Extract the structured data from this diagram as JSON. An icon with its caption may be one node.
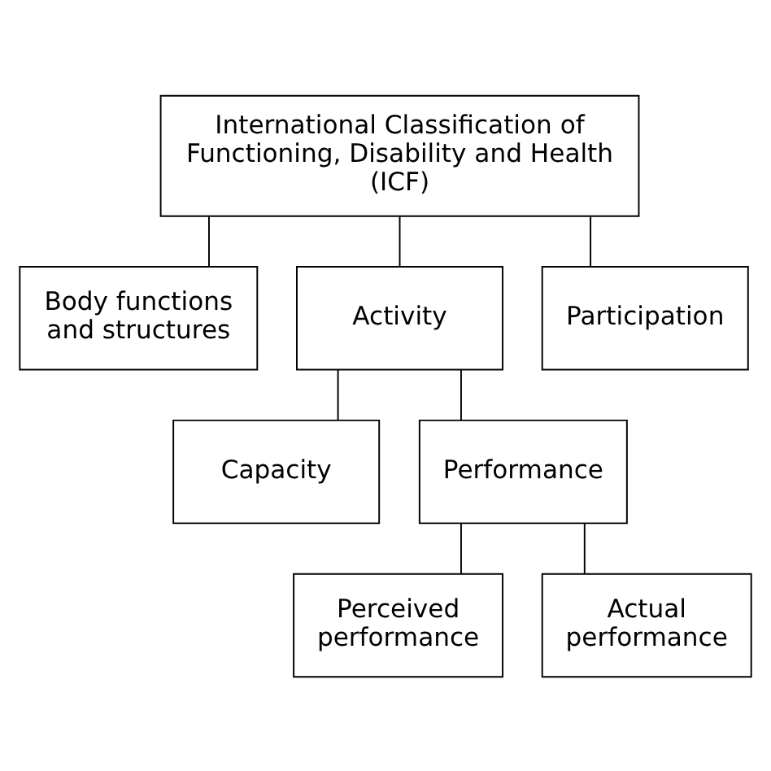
{
  "diagram": {
    "nodes": [
      {
        "text": [
          "International Classification of Functioning, Disability and Health (ICF)"
        ]
      },
      {
        "text": [
          "Body functions and structures"
        ]
      },
      {
        "text": [
          "Activity"
        ]
      },
      {
        "text": [
          "Participation"
        ]
      },
      {
        "text": [
          "Capacity"
        ]
      },
      {
        "text": [
          "Performance"
        ]
      },
      {
        "text": [
          "Perceived performance"
        ]
      },
      {
        "text": [
          "Actual performance"
        ]
      }
    ],
    "edges": [
      {
        "from": 0,
        "to": 1,
        "arrow": "none"
      },
      {
        "from": 0,
        "to": 2,
        "arrow": "none"
      },
      {
        "from": 0,
        "to": 3,
        "arrow": "none"
      },
      {
        "from": 2,
        "to": 4,
        "arrow": "none"
      },
      {
        "from": 2,
        "to": 5,
        "arrow": "none"
      },
      {
        "from": 5,
        "to": 6,
        "arrow": "none"
      },
      {
        "from": 5,
        "to": 7,
        "arrow": "none"
      }
    ]
  }
}
